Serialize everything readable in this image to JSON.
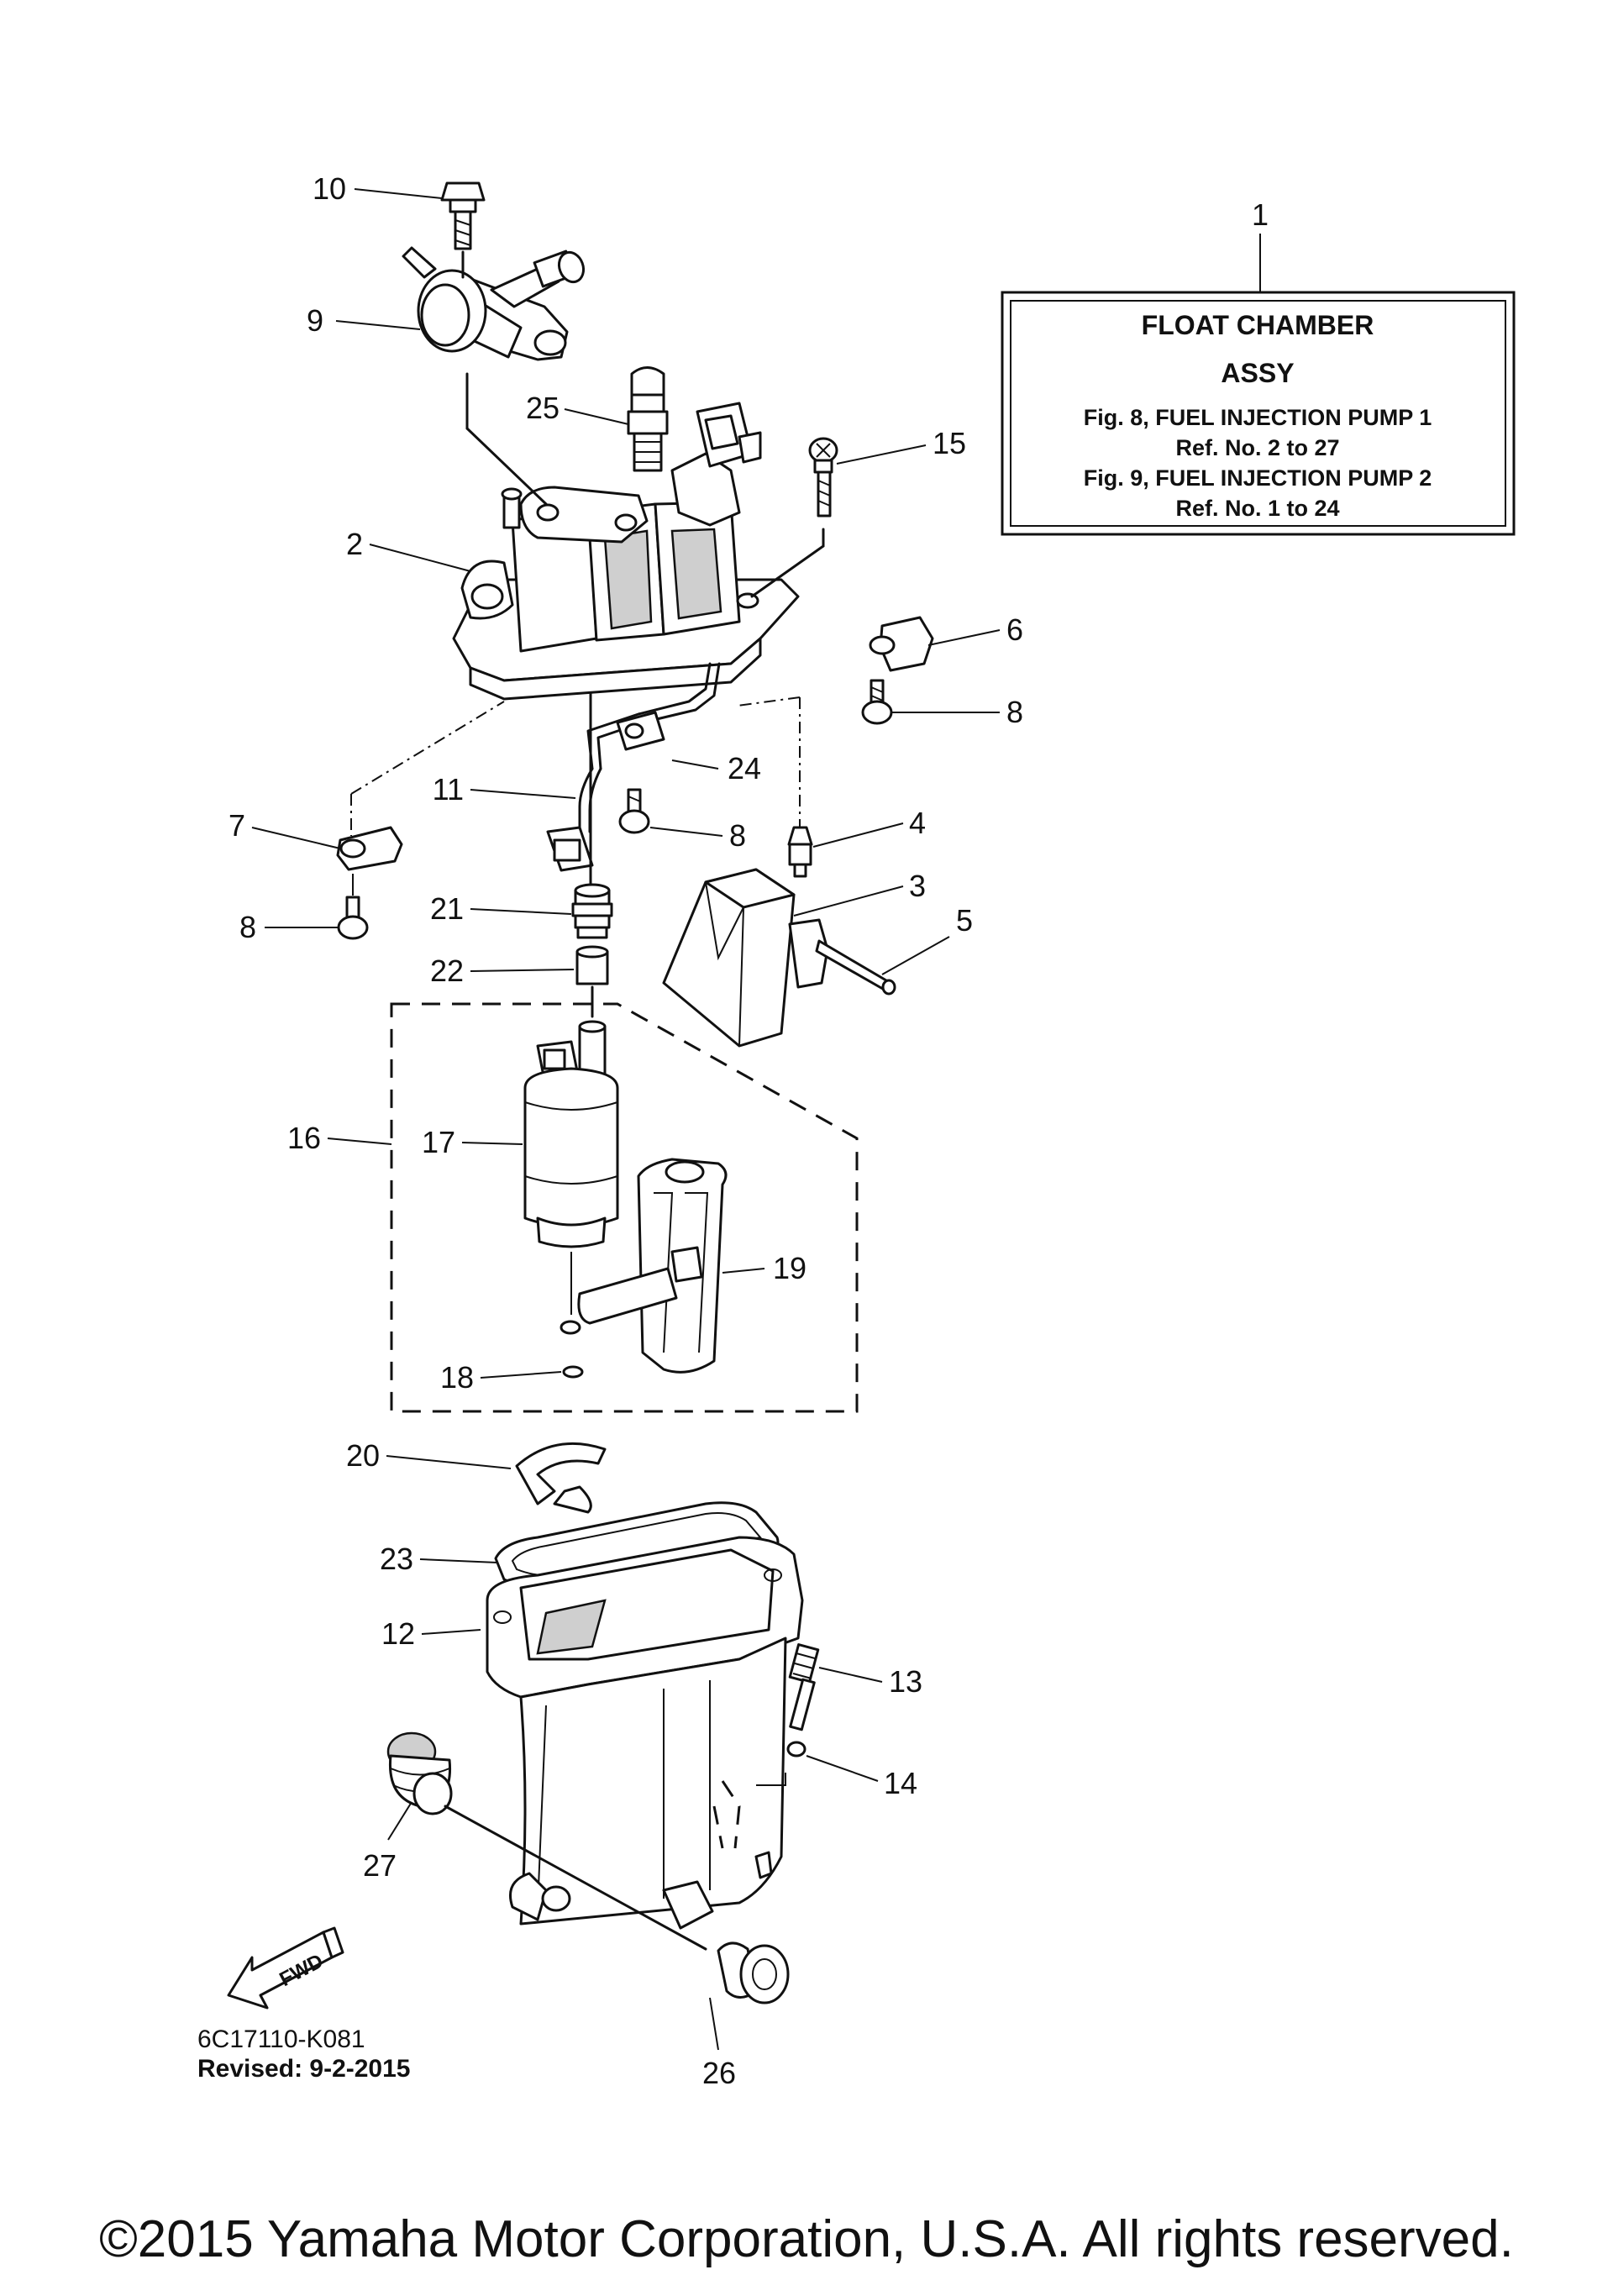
{
  "info_box": {
    "title_line1": "FLOAT CHAMBER",
    "title_line2": "ASSY",
    "fig8_line": "Fig. 8, FUEL INJECTION PUMP 1",
    "fig8_ref": "Ref. No. 2 to 27",
    "fig9_line": "Fig. 9, FUEL INJECTION PUMP 2",
    "fig9_ref": "Ref. No. 1 to 24"
  },
  "callouts": {
    "p1": "1",
    "p2": "2",
    "p3": "3",
    "p4": "4",
    "p5": "5",
    "p6": "6",
    "p7": "7",
    "p8a": "8",
    "p8b": "8",
    "p8c": "8",
    "p9": "9",
    "p10": "10",
    "p11": "11",
    "p12": "12",
    "p13": "13",
    "p14": "14",
    "p15": "15",
    "p16": "16",
    "p17": "17",
    "p18": "18",
    "p19": "19",
    "p20": "20",
    "p21": "21",
    "p22": "22",
    "p23": "23",
    "p24": "24",
    "p25": "25",
    "p26": "26",
    "p27": "27"
  },
  "fwd_label": "FWD",
  "diagram_code": "6C17110-K081",
  "revised": "Revised: 9-2-2015",
  "copyright": "©2015 Yamaha Motor Corporation, U.S.A. All rights reserved."
}
